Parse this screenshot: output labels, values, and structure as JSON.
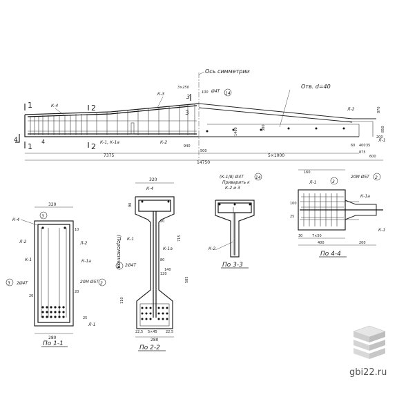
{
  "elevation": {
    "symmetry_axis_label": "Ось симметрии",
    "hole_label": "Отв. d=40",
    "labels": {
      "k4": "К-4",
      "k3": "К-3",
      "k2": "К-2",
      "k1k1a": "К-1, К-1а",
      "l2": "Л-2",
      "l1": "Л-1",
      "rebar_4t": "Ø4Т",
      "n14": "14",
      "n3": "3",
      "n2": "2",
      "n4": "4",
      "n1": "1",
      "n100": "100",
      "d3150": "3×250"
    },
    "dims": {
      "total": "14750",
      "left": "7375",
      "spacing": "5×1000",
      "d500": "500",
      "d940": "940",
      "d1460": "1460",
      "d380": "380",
      "d870": "870",
      "d850": "850",
      "d400": "400",
      "d875": "875",
      "d60": "60",
      "d35": "35",
      "d200": "200",
      "d600": "600"
    },
    "section_marks": [
      "1",
      "1",
      "2",
      "2",
      "3",
      "3",
      "4",
      "4"
    ]
  },
  "section_1_1": {
    "title": "По 1-1",
    "labels": {
      "k4": "К-4",
      "n3": "3",
      "l2_left": "Л-2",
      "l2_right": "Л-2",
      "k1": "К-1",
      "k1a": "К-1а",
      "n3b": "3",
      "rebar_2ap4t": "2Ø4Т",
      "rebar_20m": "20М Ø5Т",
      "n2": "2",
      "l1": "Л-1"
    },
    "dims": {
      "top": "320",
      "bottom": "280",
      "d20a": "20",
      "d20b": "20",
      "d25": "25",
      "d10": "10"
    }
  },
  "section_2_2": {
    "title": "По 2-2",
    "labels": {
      "k4": "К-4",
      "k1": "К-1",
      "k1a": "К-1а",
      "n3": "3",
      "rebar": "2Ø4Т",
      "variable": "(Переменная)",
      "n140": "140"
    },
    "dims": {
      "top": "320",
      "d90": "90",
      "d20": "20",
      "d80": "80",
      "d120": "120",
      "d715": "715",
      "d585": "585",
      "d110": "110",
      "bottom": "280",
      "d225": "22,5",
      "d5x45": "5×45",
      "d225b": "22,5"
    }
  },
  "section_3_3": {
    "title": "По 3-3",
    "labels": {
      "spec": "(К-1/8) Ø4Т",
      "weld": "Приварить к",
      "weld2": "К-2 и 3",
      "n14": "14",
      "k2": "К-2"
    }
  },
  "section_4_4": {
    "title": "По 4-4",
    "labels": {
      "l1": "Л-1",
      "n3": "3",
      "rebar": "20М Ø5Т",
      "n2": "2",
      "k1a": "К-1а",
      "k1": "К-1"
    },
    "dims": {
      "d160": "160",
      "d7x50": "7×50",
      "d400": "400",
      "d200": "200",
      "d30": "30",
      "d25": "25",
      "d100": "100"
    }
  },
  "watermark": {
    "text": "gbi22.ru"
  }
}
